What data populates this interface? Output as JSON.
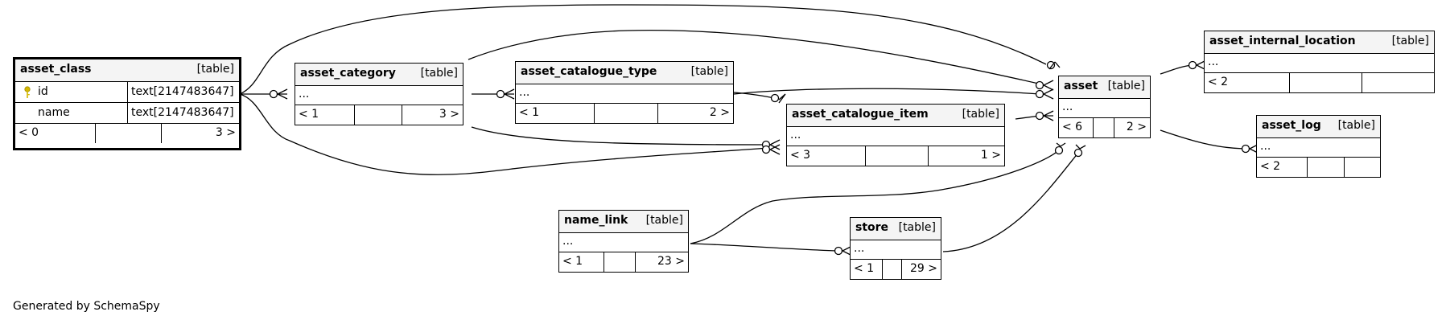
{
  "tables": {
    "asset_class": {
      "name": "asset_class",
      "type": "[table]",
      "columns": [
        {
          "name": "id",
          "datatype": "text[2147483647]",
          "primary_key": true
        },
        {
          "name": "name",
          "datatype": "text[2147483647]",
          "primary_key": false
        }
      ],
      "parents": "< 0",
      "children": "3 >"
    },
    "asset_category": {
      "name": "asset_category",
      "type": "[table]",
      "ellipsis": "...",
      "parents": "< 1",
      "children": "3 >"
    },
    "asset_catalogue_type": {
      "name": "asset_catalogue_type",
      "type": "[table]",
      "ellipsis": "...",
      "parents": "< 1",
      "children": "2 >"
    },
    "asset_catalogue_item": {
      "name": "asset_catalogue_item",
      "type": "[table]",
      "ellipsis": "...",
      "parents": "< 3",
      "children": "1 >"
    },
    "asset": {
      "name": "asset",
      "type": "[table]",
      "ellipsis": "...",
      "parents": "< 6",
      "children": "2 >"
    },
    "asset_internal_location": {
      "name": "asset_internal_location",
      "type": "[table]",
      "ellipsis": "...",
      "parents": "< 2",
      "children": ""
    },
    "asset_log": {
      "name": "asset_log",
      "type": "[table]",
      "ellipsis": "...",
      "parents": "< 2",
      "children": ""
    },
    "name_link": {
      "name": "name_link",
      "type": "[table]",
      "ellipsis": "...",
      "parents": "< 1",
      "children": "23 >"
    },
    "store": {
      "name": "store",
      "type": "[table]",
      "ellipsis": "...",
      "parents": "< 1",
      "children": "29 >"
    }
  },
  "relationships": [
    {
      "from": "asset_class",
      "to": "asset_category"
    },
    {
      "from": "asset_class",
      "to": "asset"
    },
    {
      "from": "asset_class",
      "to": "asset_catalogue_item"
    },
    {
      "from": "asset_category",
      "to": "asset_catalogue_type"
    },
    {
      "from": "asset_category",
      "to": "asset"
    },
    {
      "from": "asset_category",
      "to": "asset_catalogue_item"
    },
    {
      "from": "asset_catalogue_type",
      "to": "asset"
    },
    {
      "from": "asset_catalogue_type",
      "to": "asset_catalogue_item"
    },
    {
      "from": "asset_catalogue_item",
      "to": "asset"
    },
    {
      "from": "asset",
      "to": "asset_internal_location"
    },
    {
      "from": "asset",
      "to": "asset_log"
    },
    {
      "from": "name_link",
      "to": "asset"
    },
    {
      "from": "name_link",
      "to": "store"
    },
    {
      "from": "store",
      "to": "asset"
    }
  ],
  "footer": "Generated by SchemaSpy"
}
